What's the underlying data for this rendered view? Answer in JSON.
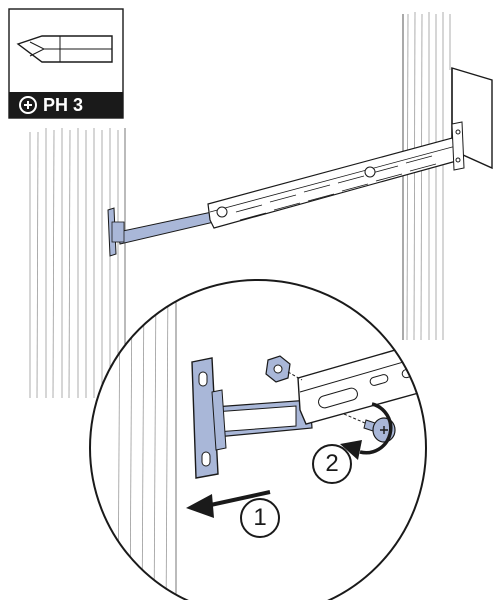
{
  "tool": {
    "driver_type": "PH 3",
    "icon": "phillips-plus-icon"
  },
  "steps": [
    {
      "number": "1"
    },
    {
      "number": "2"
    }
  ],
  "colors": {
    "bracket_blue": "#a9b7d8",
    "line": "#1a1a1a",
    "wood_line": "#9a9a9a"
  }
}
